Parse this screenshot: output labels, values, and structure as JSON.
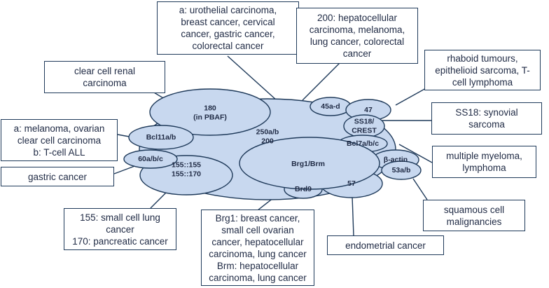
{
  "complex": {
    "core_label": "250a/b\n200",
    "subunits": {
      "pbaf180": "180\n(in PBAF)",
      "s45": "45a-d",
      "s47": "47",
      "ss18": "SS18/\nCREST",
      "bcl7": "Bcl7a/b/c",
      "bactin": "β-actin",
      "s53": "53a/b",
      "s57": "57",
      "brd9": "Brd9",
      "brg1": "Brg1/Brm",
      "s155": "155::155\n155::170",
      "s60": "60a/b/c",
      "bcl11": "Bcl11a/b"
    }
  },
  "annotations": {
    "a_box": "a: urothelial carcinoma,\nbreast cancer, cervical\ncancer, gastric cancer,\ncolorectal cancer",
    "b200": "200: hepatocellular\ncarcinoma, melanoma,\nlung cancer, colorectal\ncancer",
    "clear_cell": "clear cell renal\ncarcinoma",
    "rhaboid": "rhaboid tumours,\nepithelioid sarcoma, T-\ncell lymphoma",
    "ss18": "SS18: synovial\nsarcoma",
    "melanoma": "a: melanoma, ovarian\nclear cell carcinoma\nb: T-cell ALL",
    "gastric": "gastric cancer",
    "myeloma": "multiple myeloma,\nlymphoma",
    "squamous": "squamous cell\nmalignancies",
    "endometrial": "endometrial cancer",
    "b155": "155: small cell lung\ncancer\n170: pancreatic cancer",
    "brg1": "Brg1: breast cancer,\nsmall cell ovarian\ncancer, hepatocellular\ncarcinoma, lung cancer\nBrm: hepatocellular\ncarcinoma, lung cancer"
  }
}
